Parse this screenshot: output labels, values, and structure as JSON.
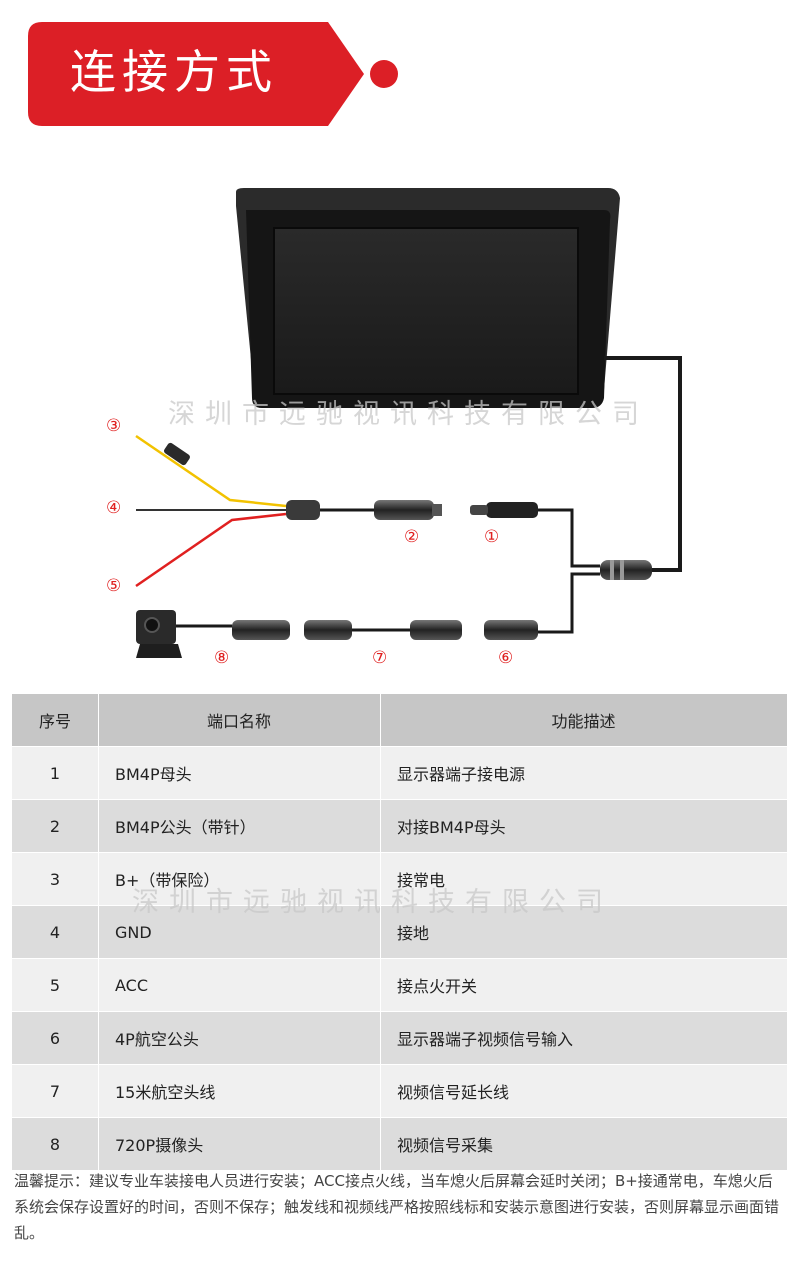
{
  "header": {
    "title": "连接方式",
    "accent_color": "#dc1f26"
  },
  "watermark": "深圳市远驰视讯科技有限公司",
  "diagram": {
    "labels": [
      "①",
      "②",
      "③",
      "④",
      "⑤",
      "⑥",
      "⑦",
      "⑧"
    ],
    "wire_colors": {
      "b_plus": "#f2c200",
      "gnd": "#333333",
      "acc": "#e02020"
    }
  },
  "table": {
    "headers": [
      "序号",
      "端口名称",
      "功能描述"
    ],
    "rows": [
      {
        "idx": "1",
        "name": "BM4P母头",
        "desc": "显示器端子接电源"
      },
      {
        "idx": "2",
        "name": "BM4P公头（带针）",
        "desc": "对接BM4P母头"
      },
      {
        "idx": "3",
        "name": "B+（带保险）",
        "desc": "接常电"
      },
      {
        "idx": "4",
        "name": "GND",
        "desc": "接地"
      },
      {
        "idx": "5",
        "name": "ACC",
        "desc": "接点火开关"
      },
      {
        "idx": "6",
        "name": "4P航空公头",
        "desc": "显示器端子视频信号输入"
      },
      {
        "idx": "7",
        "name": "15米航空头线",
        "desc": "视频信号延长线"
      },
      {
        "idx": "8",
        "name": "720P摄像头",
        "desc": "视频信号采集"
      }
    ]
  },
  "tip": "温馨提示：建议专业车装接电人员进行安装；ACC接点火线，当车熄火后屏幕会延时关闭；B+接通常电，车熄火后系统会保存设置好的时间，否则不保存；触发线和视频线严格按照线标和安装示意图进行安装，否则屏幕显示画面错乱。"
}
